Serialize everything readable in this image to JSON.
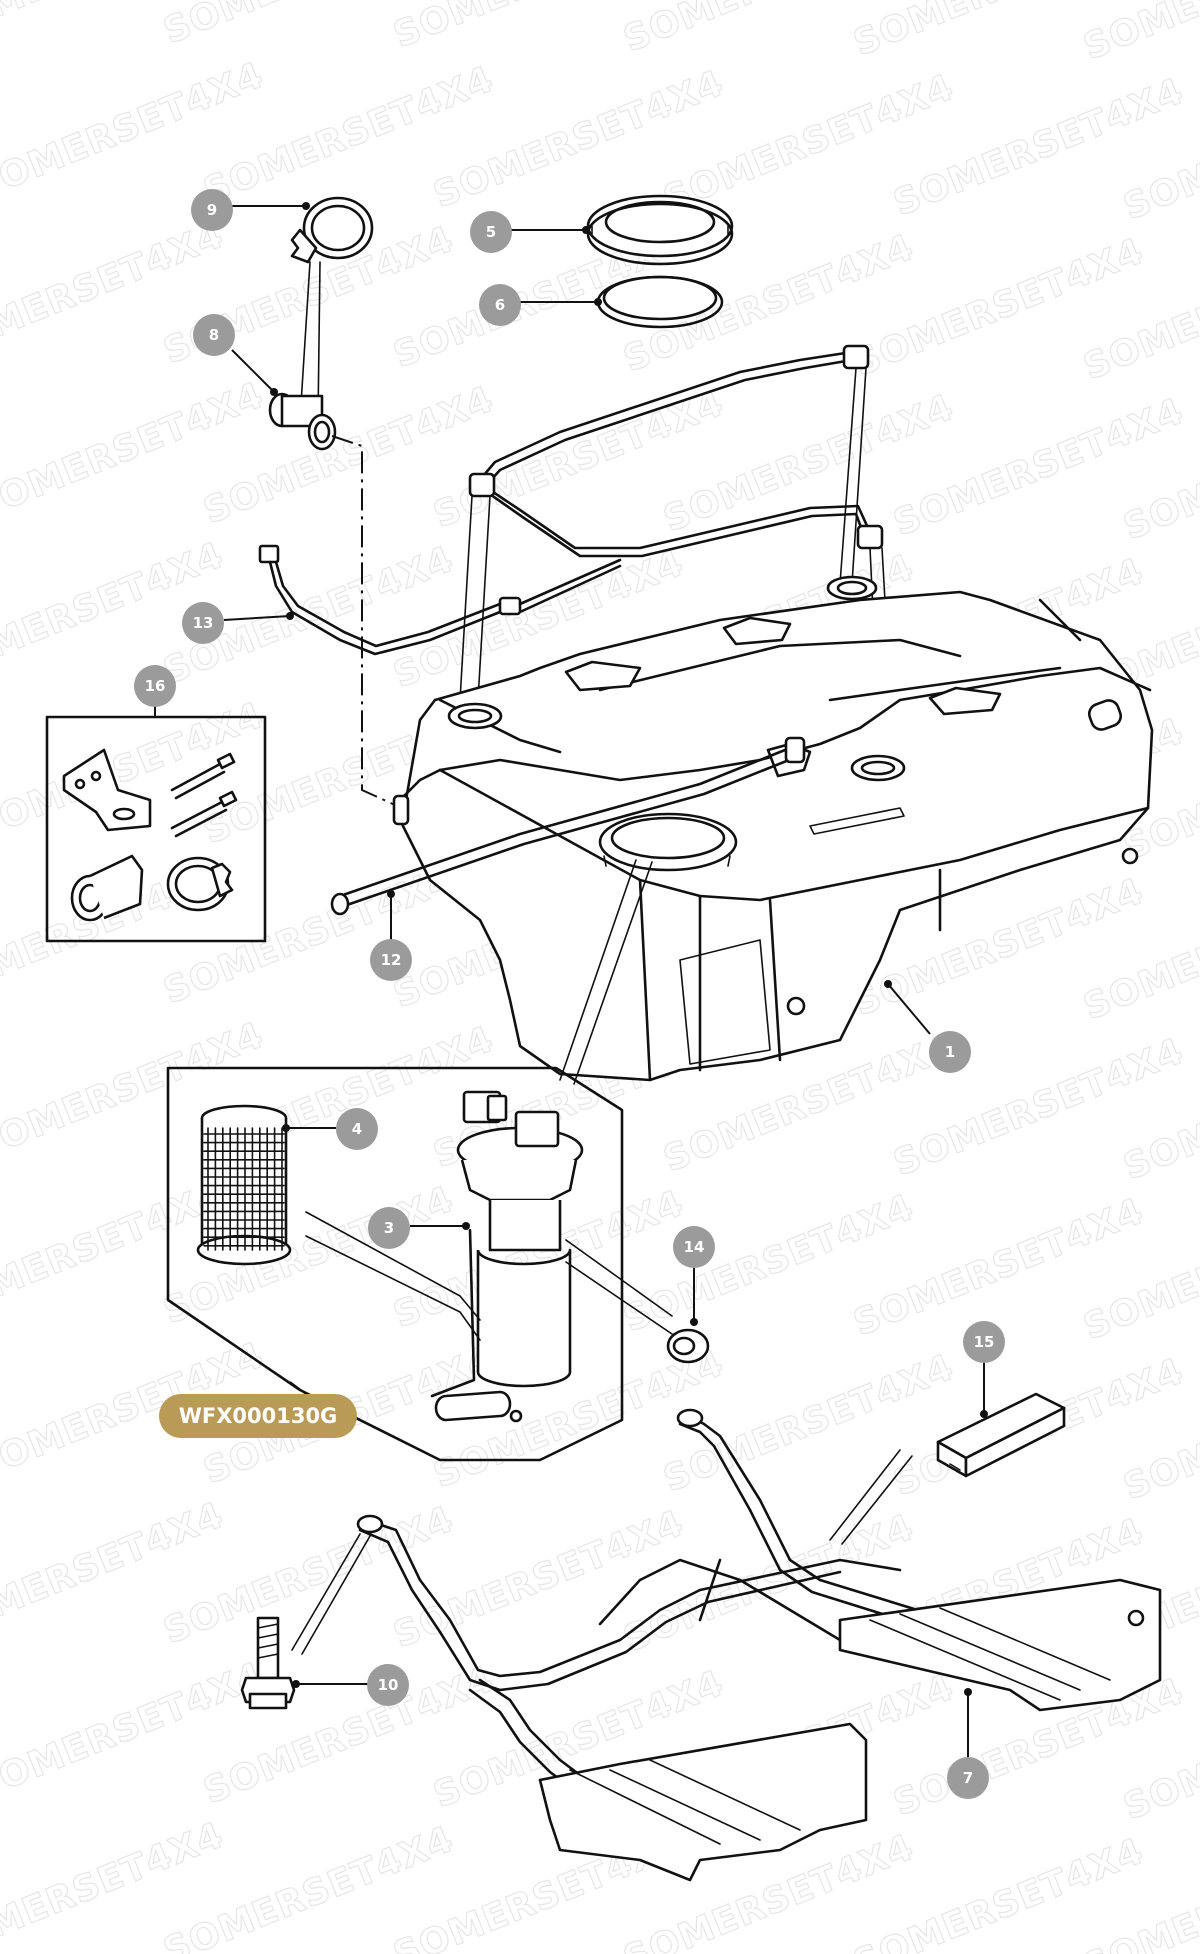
{
  "watermark": "SOMERSET4X4",
  "reference_code": "WFX000130G",
  "callouts": [
    "1",
    "3",
    "4",
    "5",
    "6",
    "7",
    "8",
    "9",
    "10",
    "12",
    "13",
    "14",
    "15",
    "16"
  ],
  "colors": {
    "callout": "#9b9b9b",
    "badge": "#b99b57",
    "line": "#111111",
    "watermark": "#e6e6e6"
  }
}
